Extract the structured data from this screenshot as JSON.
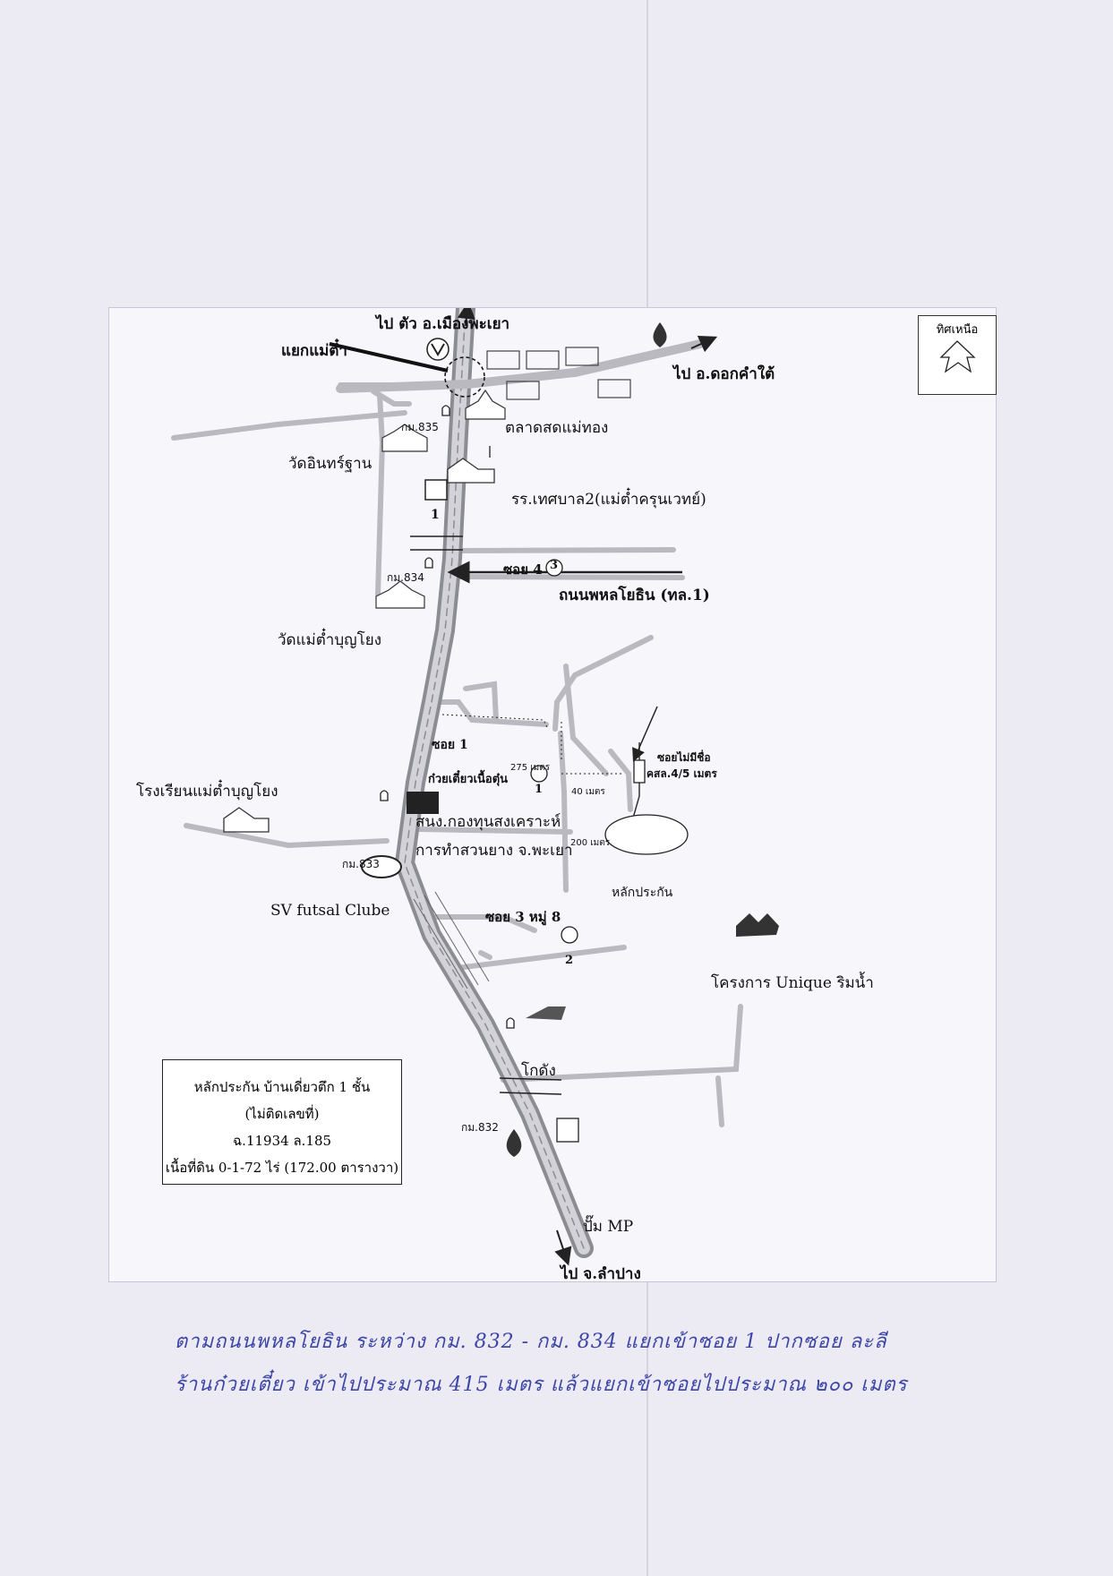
{
  "north_label": "ทิศเหนือ",
  "labels": {
    "to_mueang": "ไป ตัว อ.เมืองพะเยา",
    "mae_tam_junction": "แยกแม่ต๋ำ",
    "to_dok_kham_tai": "ไป อ.ดอกคำใต้",
    "km835": "กม.835",
    "mae_thong_market": "ตลาดสดแม่ทอง",
    "wat_inthrathan": "วัดอินทร์ฐาน",
    "school_2": "รร.เทศบาล2(แม่ต๋ำครุนเวทย์)",
    "route_1": "1",
    "soi_4": "ซอย 4",
    "km834": "กม.834",
    "phahonyothin_road": "ถนนพหลโยธิน (ทล.1)",
    "wat_mae_tam_bunyong": "วัดแม่ต๋ำบุญโยง",
    "soi_1": "ซอย 1",
    "noodle_shop": "ก๋วยเตี๋ยวเนื้อตุ๋น",
    "dist_275": "275 เมตร",
    "dist_40": "40 เมตร",
    "unnamed_soi": "ซอยไม่มีชื่อ",
    "concrete_width": "คสล.4/5 เมตร",
    "dist_200": "200 เมตร",
    "mae_tam_school": "โรงเรียนแม่ต๋ำบุญโยง",
    "rubber_office_1": "สนง.กองทุนสงเคราะห์",
    "rubber_office_2": "การทำสวนยาง จ.พะเยา",
    "km833": "กม.833",
    "collateral": "หลักประกัน",
    "sv_futsal": "SV futsal Clube",
    "soi_3": "ซอย 3 หมู่ 8",
    "unique_project": "โครงการ Unique ริมน้ำ",
    "warehouse": "โกดัง",
    "km832": "กม.832",
    "pump_mp": "ปั๊ม MP",
    "to_lampang": "ไป จ.ลำปาง",
    "marker_1": "1",
    "marker_2": "2",
    "marker_3": "3"
  },
  "legend": {
    "line1": "หลักประกัน บ้านเดี่ยวตึก 1 ชั้น",
    "line2": "(ไม่ติดเลขที่)",
    "line3": "ฉ.11934 ล.185",
    "line4": "เนื้อที่ดิน 0-1-72 ไร่ (172.00 ตารางวา)"
  },
  "handwritten_note": {
    "line1": "ตามถนนพหลโยธิน ระหว่าง กม. 832 - กม. 834 แยกเข้าซอย 1 ปากซอย ละลี",
    "line2": "ร้านก๋วยเตี๋ยว เข้าไปประมาณ 415 เมตร แล้วแยกเข้าซอยไปประมาณ ๒๐๐ เมตร"
  },
  "colors": {
    "road_gray": "#b9b9bf",
    "road_edge": "#8c8c93",
    "ink": "#111111",
    "handwriting": "#3d46a8"
  }
}
